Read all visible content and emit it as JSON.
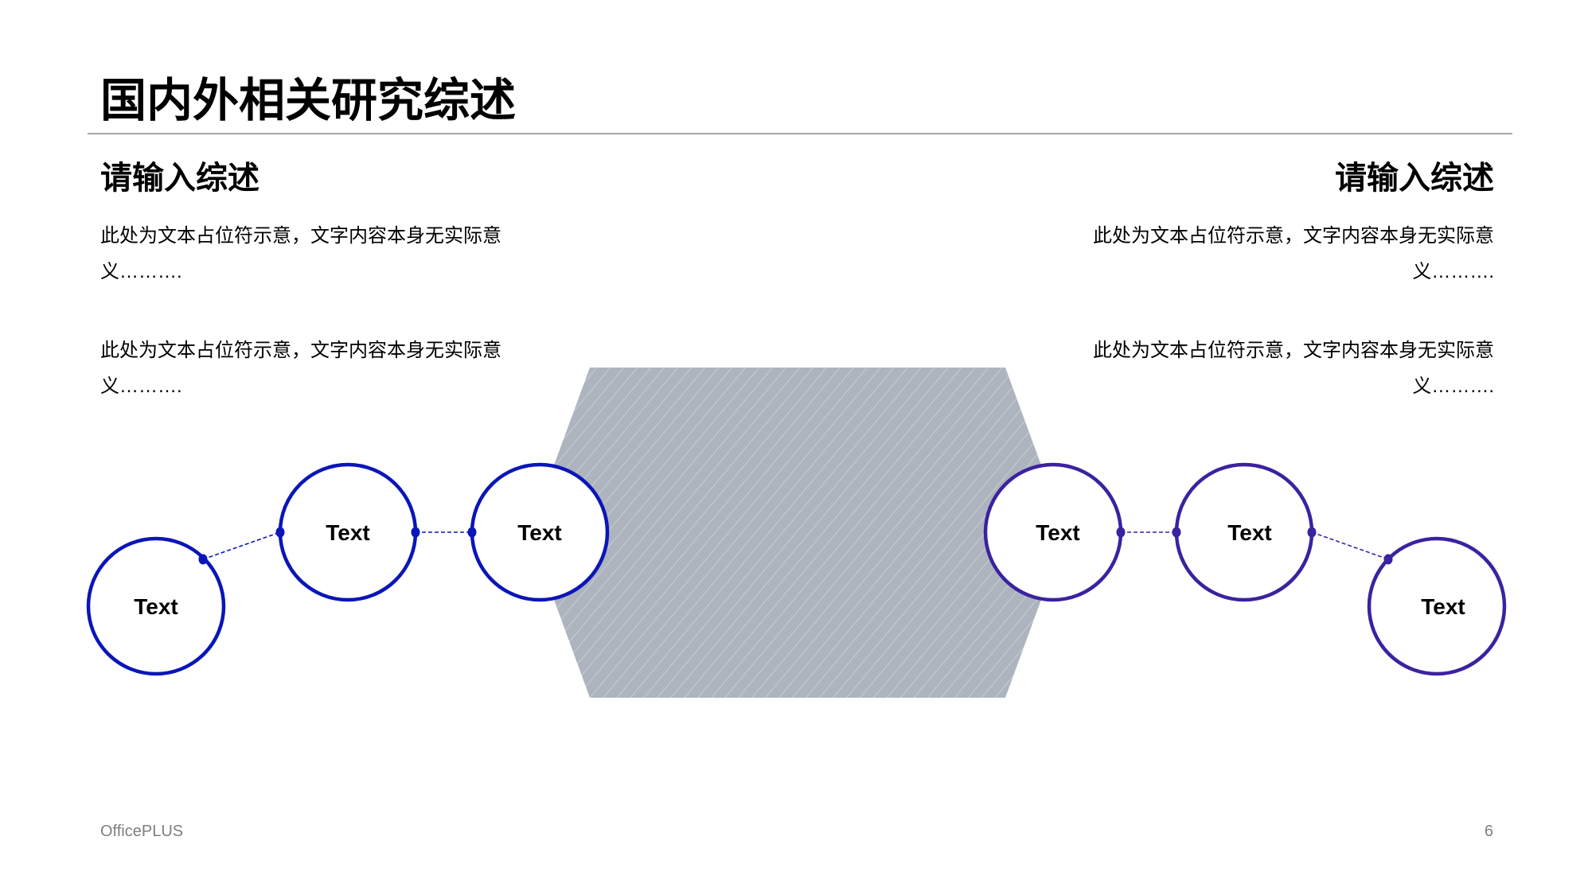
{
  "slide": {
    "title": "国内外相关研究综述",
    "page_number": "6",
    "brand": "OfficePLUS"
  },
  "left_column": {
    "heading": "请输入综述",
    "paragraphs": [
      "此处为文本占位符示意，文字内容本身无实际意义……….",
      "此处为文本占位符示意，文字内容本身无实际意义………."
    ]
  },
  "right_column": {
    "heading": "请输入综述",
    "paragraphs": [
      "此处为文本占位符示意，文字内容本身无实际意义……….",
      "此处为文本占位符示意，文字内容本身无实际意义………."
    ]
  },
  "diagram": {
    "colors": {
      "left_chain": "#0a16b8",
      "right_chain": "#3b22a0",
      "hexagon_fill": "#adb4be",
      "hexagon_hatch": "#d3d8de",
      "title_rule": "#a6a6a6"
    },
    "left_nodes": [
      {
        "label": "Text"
      },
      {
        "label": "Text"
      },
      {
        "label": "Text"
      }
    ],
    "right_nodes": [
      {
        "label": "Text"
      },
      {
        "label": "Text"
      },
      {
        "label": "Text"
      }
    ]
  }
}
